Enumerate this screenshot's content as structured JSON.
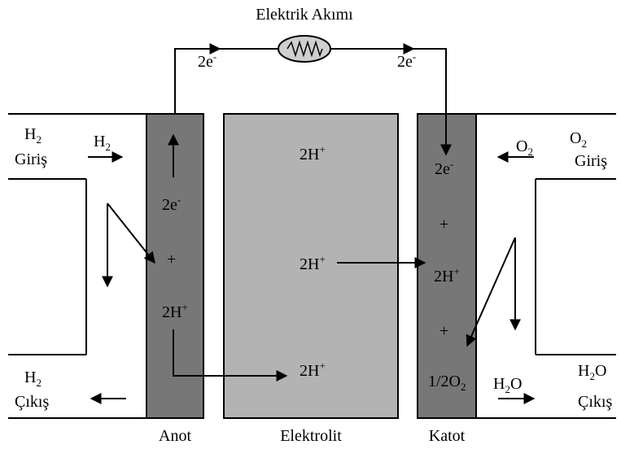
{
  "title": "Elektrik Akımı",
  "electron": {
    "base": "2e",
    "sup": "-"
  },
  "proton": {
    "base": "2H",
    "sup": "+"
  },
  "plus": "+",
  "labels": {
    "anode": "Anot",
    "electrolyte": "Elektrolit",
    "cathode": "Katot"
  },
  "left": {
    "inlet_species": {
      "base": "H",
      "sub": "2"
    },
    "inlet_word": "Giriş",
    "outlet_species": {
      "base": "H",
      "sub": "2"
    },
    "outlet_word": "Çıkış",
    "flow_label": {
      "base": "H",
      "sub": "2"
    }
  },
  "right": {
    "inlet_species": {
      "base": "O",
      "sub": "2"
    },
    "inlet_word": "Giriş",
    "outlet_species": {
      "base": "H",
      "sub": "2",
      "tail": "O"
    },
    "outlet_word": "Çıkış",
    "flow_label": {
      "base": "O",
      "sub": "2"
    },
    "product_label": {
      "base": "H",
      "sub": "2",
      "tail": "O"
    }
  },
  "cathode_reactant": {
    "base": "1/2O",
    "sub": "2"
  },
  "colors": {
    "electrode": "#777777",
    "electrolyte": "#b3b3b3",
    "line": "#000000"
  }
}
